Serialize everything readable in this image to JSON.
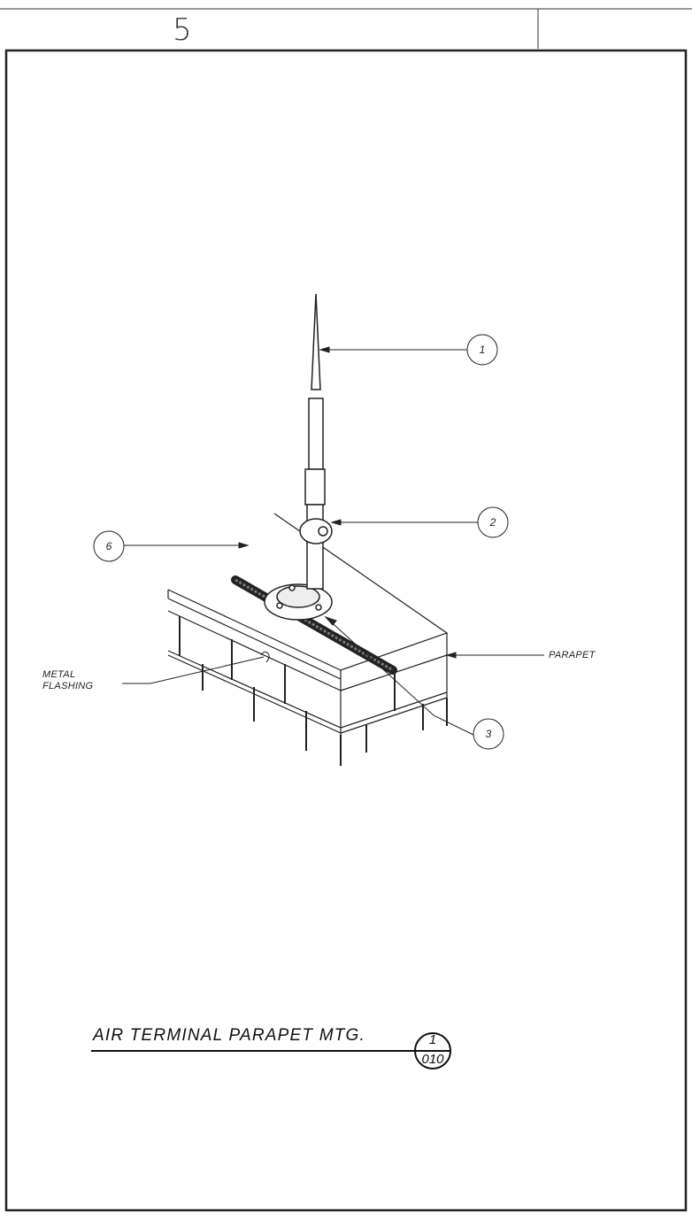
{
  "header": {
    "sheet_number": "5"
  },
  "callouts": [
    {
      "id": "air-terminal",
      "number": "1"
    },
    {
      "id": "connector",
      "number": "2"
    },
    {
      "id": "base",
      "number": "3"
    },
    {
      "id": "cable",
      "number": "6"
    }
  ],
  "labels": {
    "parapet": "PARAPET",
    "metal_flashing_line1": "METAL",
    "metal_flashing_line2": "FLASHING"
  },
  "detail": {
    "title": "AIR TERMINAL PARAPET MTG.",
    "ref_top": "1",
    "ref_bottom": "010"
  }
}
